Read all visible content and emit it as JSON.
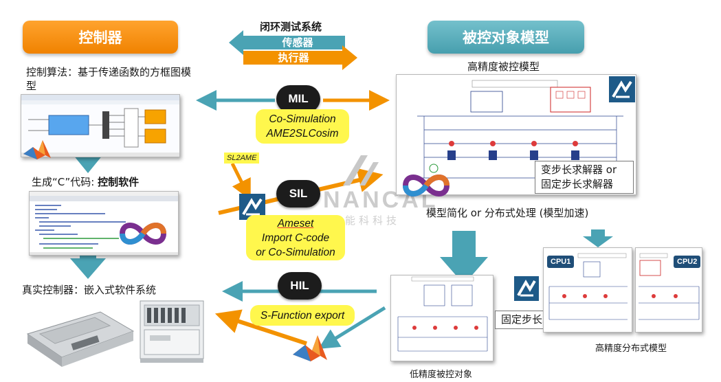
{
  "controller": {
    "title": "控制器",
    "algorithm": "控制算法：基于传递函数的方框图模型",
    "generate_prefix": "生成“C”代码: ",
    "generate_bold": "控制软件",
    "real": "真实控制器：嵌入式软件系统"
  },
  "plant": {
    "title": "被控对象模型",
    "high_precision": "高精度被控模型",
    "simplify": "模型简化 or 分布式处理 (模型加速)",
    "solver_variable": "变步长求解器 or 固定步长求解器",
    "solver_fixed": "固定步长求解器",
    "low_precision": "低精度被控对象",
    "distributed": "高精度分布式模型",
    "cpu1": "CPU1",
    "cpu2": "CPU2"
  },
  "loop": {
    "title": "闭环测试系统",
    "sensor": "传感器",
    "actuator": "执行器"
  },
  "mil": {
    "badge": "MIL",
    "line1": "Co-Simulation",
    "line2": "AME2SLCosim"
  },
  "sl2ame": "SL2AME",
  "sil": {
    "badge": "SIL",
    "line1": "Ameset",
    "line2": "Import C-code",
    "line3": "or Co-Simulation"
  },
  "hil": {
    "badge": "HIL",
    "line1": "S-Function export"
  },
  "watermark": {
    "brand": "NANCAL",
    "cn": "能科科技"
  },
  "colors": {
    "orange": "#f39200",
    "teal": "#4aa3b4",
    "yellow": "#fff74d",
    "dark": "#1c1c1c"
  }
}
